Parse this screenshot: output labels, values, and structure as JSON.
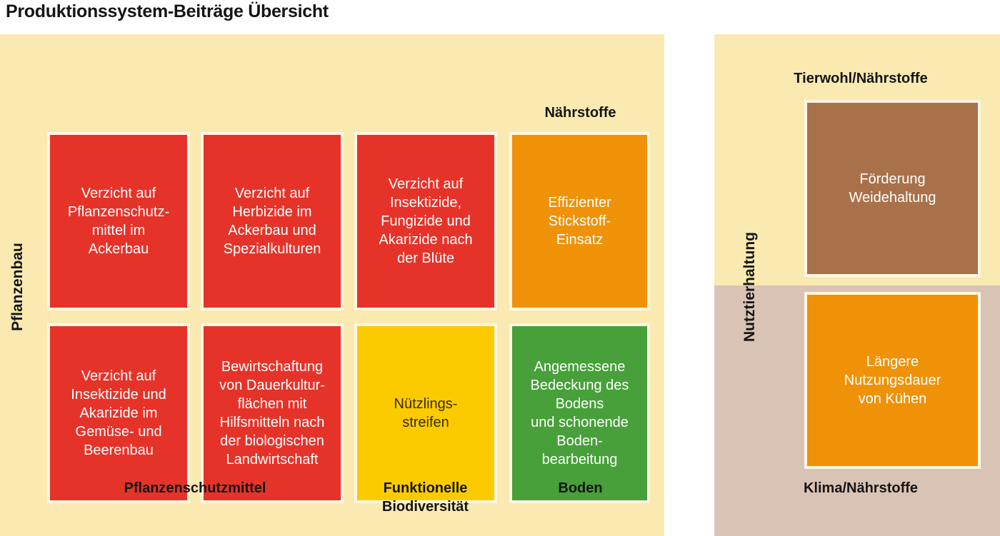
{
  "title": "Produktionssystem-Beiträge Übersicht",
  "colors": {
    "panel_background": "#fae9b0",
    "panel_background_alt": "#d9c3b4",
    "red": "#e63329",
    "orange": "#ef9208",
    "yellow": "#fbcb00",
    "green": "#47a039",
    "brown": "#a9714a",
    "box_border": "#fdf6e2",
    "text_dark": "#151515"
  },
  "left_panel": {
    "axis_label": "Pflanzenbau",
    "column_headers": {
      "nutrients": "Nährstoffe"
    },
    "column_footers": {
      "plant_protection": "Pflanzenschutzmittel",
      "functional_biodiversity": "Funktionelle\nBiodiversität",
      "soil": "Boden"
    },
    "measures": [
      {
        "id": "verzicht-psm-ackerbau",
        "label": "Verzicht auf\nPflanzenschutz-\nmittel im\nAckerbau",
        "color": "red",
        "row": 1,
        "col": 1
      },
      {
        "id": "verzicht-herbizide",
        "label": "Verzicht auf\nHerbizide im\nAckerbau und\nSpezialkulturen",
        "color": "red",
        "row": 1,
        "col": 2
      },
      {
        "id": "verzicht-insektizide-bluete",
        "label": "Verzicht auf\nInsektizide,\nFungizide und\nAkarizide nach\nder Blüte",
        "color": "red",
        "row": 1,
        "col": 3
      },
      {
        "id": "effizienter-stickstoff",
        "label": "Effizienter\nStickstoff-\nEinsatz",
        "color": "orange",
        "row": 1,
        "col": 4
      },
      {
        "id": "verzicht-insektizide-gemuese",
        "label": "Verzicht auf\nInsektizide und\nAkarizide im\nGemüse- und\nBeerenbau",
        "color": "red",
        "row": 2,
        "col": 1
      },
      {
        "id": "bewirtschaftung-dauerkulturen",
        "label": "Bewirtschaftung\nvon Dauerkultur-\nflächen mit\nHilfsmitteln nach\nder biologischen\nLandwirtschaft",
        "color": "red",
        "row": 2,
        "col": 2
      },
      {
        "id": "nuetzlingsstreifen",
        "label": "Nützlings-\nstreifen",
        "color": "yellow",
        "row": 2,
        "col": 3
      },
      {
        "id": "bodenbedeckung",
        "label": "Angemessene\nBedeckung des\nBodens\nund schonende\nBoden-\nbearbeitung",
        "color": "green",
        "row": 2,
        "col": 4
      }
    ]
  },
  "right_panel": {
    "axis_label": "Nutztierhaltung",
    "column_headers": {
      "animal_welfare_nutrients": "Tierwohl/Nährstoffe"
    },
    "column_footers": {
      "climate_nutrients": "Klima/Nährstoffe"
    },
    "measures": [
      {
        "id": "foerderung-weidehaltung",
        "label": "Förderung\nWeidehaltung",
        "color": "brown",
        "row": 1
      },
      {
        "id": "laengere-nutzungsdauer",
        "label": "Längere\nNutzungsdauer\nvon Kühen",
        "color": "orange",
        "row": 2
      }
    ]
  }
}
